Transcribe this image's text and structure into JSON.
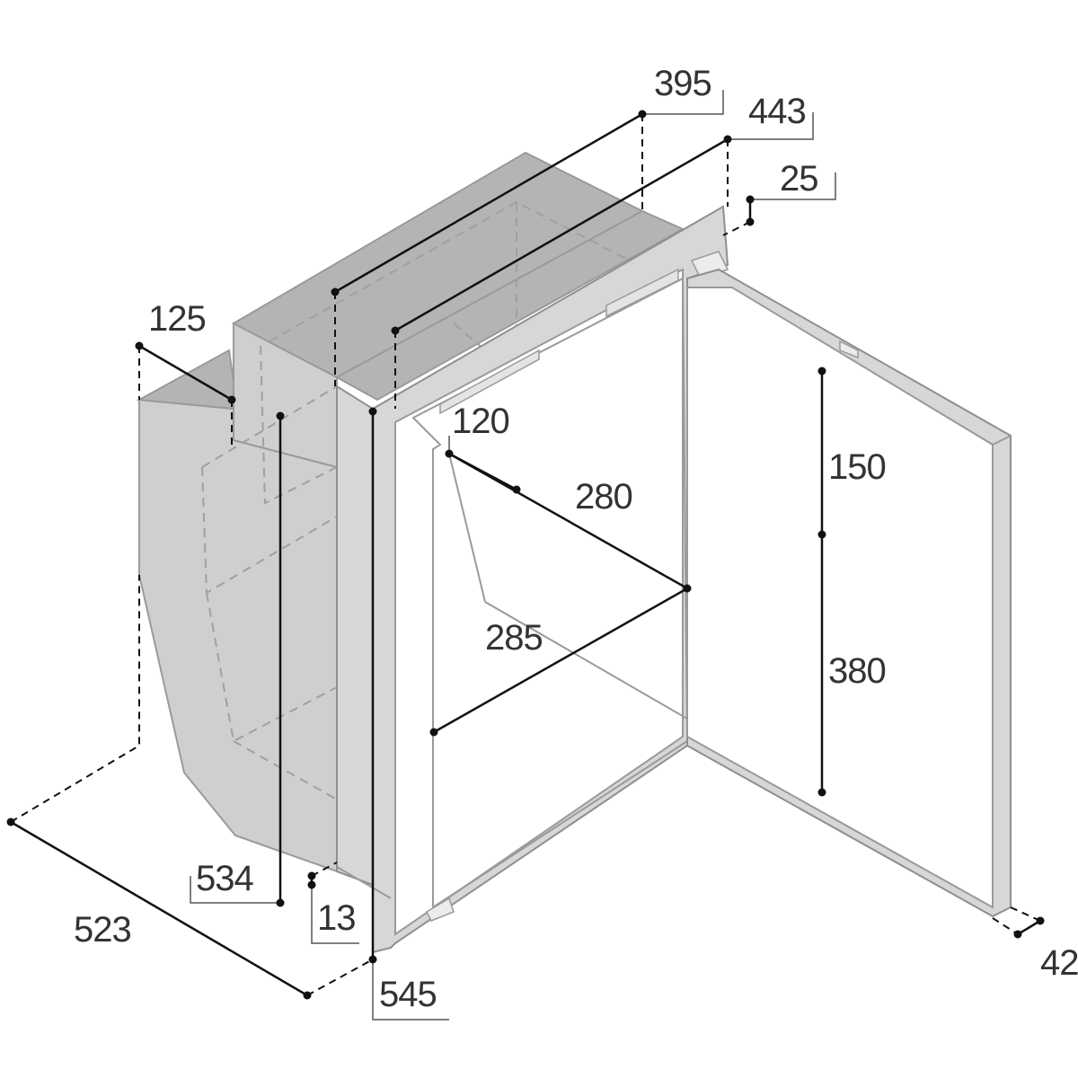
{
  "diagram": {
    "dimensions": {
      "d395": "395",
      "d443": "443",
      "d25": "25",
      "d125": "125",
      "d120": "120",
      "d280": "280",
      "d150": "150",
      "d285": "285",
      "d380": "380",
      "d534": "534",
      "d13": "13",
      "d523": "523",
      "d545": "545",
      "d42": "42"
    },
    "colors": {
      "body": "#cfcfcf",
      "top": "#b4b4b4",
      "frame": "#d7d7d7",
      "line": "#111111"
    }
  }
}
